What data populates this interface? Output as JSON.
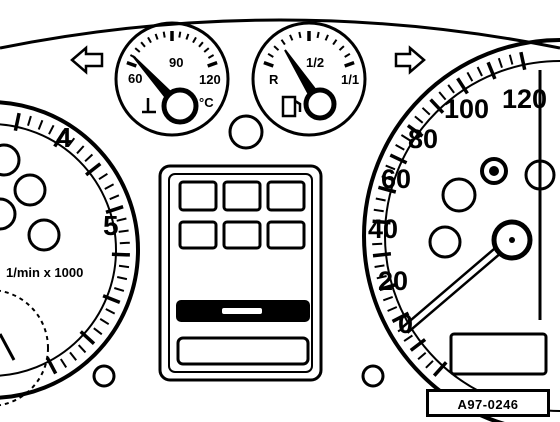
{
  "figure": {
    "ref_code": "A97-0246"
  },
  "tachometer": {
    "numbers": [
      "4",
      "5"
    ],
    "unit": "1/min x 1000"
  },
  "speedometer": {
    "numbers": [
      "0",
      "20",
      "40",
      "60",
      "80",
      "100",
      "120"
    ]
  },
  "temp_gauge": {
    "scale_labels": [
      "60",
      "90",
      "120"
    ],
    "unit": "°C"
  },
  "fuel_gauge": {
    "scale_labels": [
      "R",
      "1/2",
      "1/1"
    ]
  },
  "colors": {
    "line": "#000000",
    "background": "#ffffff"
  }
}
